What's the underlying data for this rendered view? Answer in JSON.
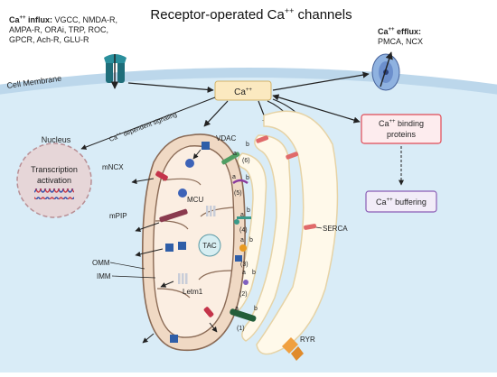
{
  "title_main": "Receptor-operated Ca",
  "title_sup": "++",
  "title_tail": " channels",
  "influx": {
    "head": "Ca",
    "head_sup": "++",
    "head_tail": " influx:",
    "line1": " VGCC, NMDA-R,",
    "line2": "AMPA-R, ORAi, TRP, ROC,",
    "line3": "GPCR, Ach-R, GLU-R"
  },
  "efflux": {
    "head": "Ca",
    "head_sup": "++",
    "head_tail": " efflux:",
    "line2": "PMCA, NCX"
  },
  "cell_membrane": "Cell Membrane",
  "ca_box": {
    "text": "Ca",
    "sup": "++"
  },
  "dependent": {
    "pre": "Ca",
    "sup": "++",
    "tail": " dependent signaling"
  },
  "binding": {
    "line1_pre": "Ca",
    "line1_sup": "++",
    "line1_tail": " binding",
    "line2": "proteins"
  },
  "buffering": {
    "pre": "Ca",
    "sup": "++",
    "tail": " buffering"
  },
  "nucleus": "Nucleus",
  "transcription": {
    "line1": "Transcription",
    "line2": "activation"
  },
  "labels": {
    "vdac": "VDAC",
    "mncx": "mNCX",
    "mcu": "MCU",
    "mpip": "mPIP",
    "tac": "TAC",
    "omm": "OMM",
    "imm": "IMM",
    "letm1": "Letm1",
    "serca": "SERCA",
    "ryr": "RYR"
  },
  "sites": {
    "a": "a",
    "b": "b",
    "n1": "(1)",
    "n2": "(2)",
    "n3": "(3)",
    "n4": "(4)",
    "n5": "(5)",
    "n6": "(6)"
  },
  "colors": {
    "cytoplasm": "#d9ecf7",
    "membrane": "#bcd7eb",
    "mito_outer": "#f0d9c4",
    "mito_inner": "#fbeee2",
    "mito_stroke": "#8a6a55",
    "er": "#fff9ea",
    "er_stroke": "#e6d3a6",
    "ca_box": "#fbe9c0",
    "binding_border": "#e04a56",
    "buffer_border": "#8a5db5",
    "nucleus": "#e6d6d8"
  }
}
